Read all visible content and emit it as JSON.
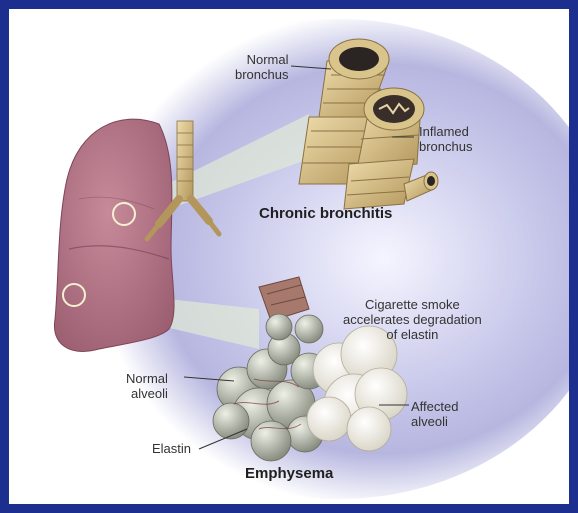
{
  "frame_color": "#1c2f8f",
  "background_glow": "#b6b6e0",
  "labels": {
    "normal_bronchus": [
      "Normal",
      "bronchus"
    ],
    "inflamed_bronchus": [
      "Inflamed",
      "bronchus"
    ],
    "chronic_bronchitis": "Chronic bronchitis",
    "cigarette_smoke": [
      "Cigarette smoke",
      "accelerates degradation",
      "of elastin"
    ],
    "normal_alveoli": [
      "Normal",
      "alveoli"
    ],
    "affected_alveoli": [
      "Affected",
      "alveoli"
    ],
    "elastin": "Elastin",
    "emphysema": "Emphysema"
  }
}
